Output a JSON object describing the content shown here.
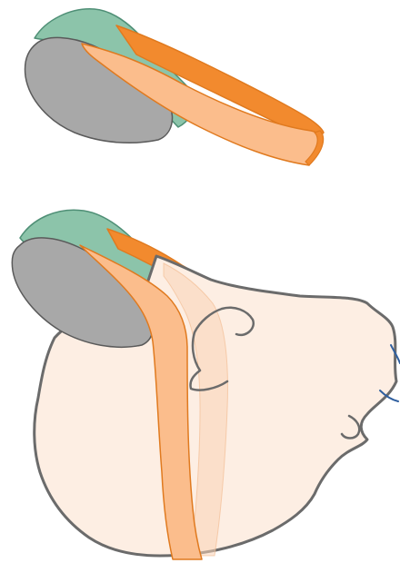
{
  "diagram": {
    "panels": [
      {
        "id": "top",
        "parts": [
          "green-cap",
          "gray-disc",
          "orange-loop-band"
        ]
      },
      {
        "id": "bottom",
        "parts": [
          "green-cap",
          "gray-disc",
          "orange-band",
          "pale-organ",
          "blue-edge-marks"
        ]
      }
    ],
    "colors": {
      "green_cap": "#8cc4aa",
      "green_stroke": "#4f8f76",
      "gray_disc": "#a8a8a8",
      "gray_stroke": "#5a5a5a",
      "orange_dark": "#f28a2e",
      "orange_light": "#fbbd8c",
      "orange_stroke": "#e07a1f",
      "organ_fill": "#fdeee3",
      "organ_stroke": "#6b6b6b",
      "blue_marks": "#2f5f9f"
    }
  }
}
